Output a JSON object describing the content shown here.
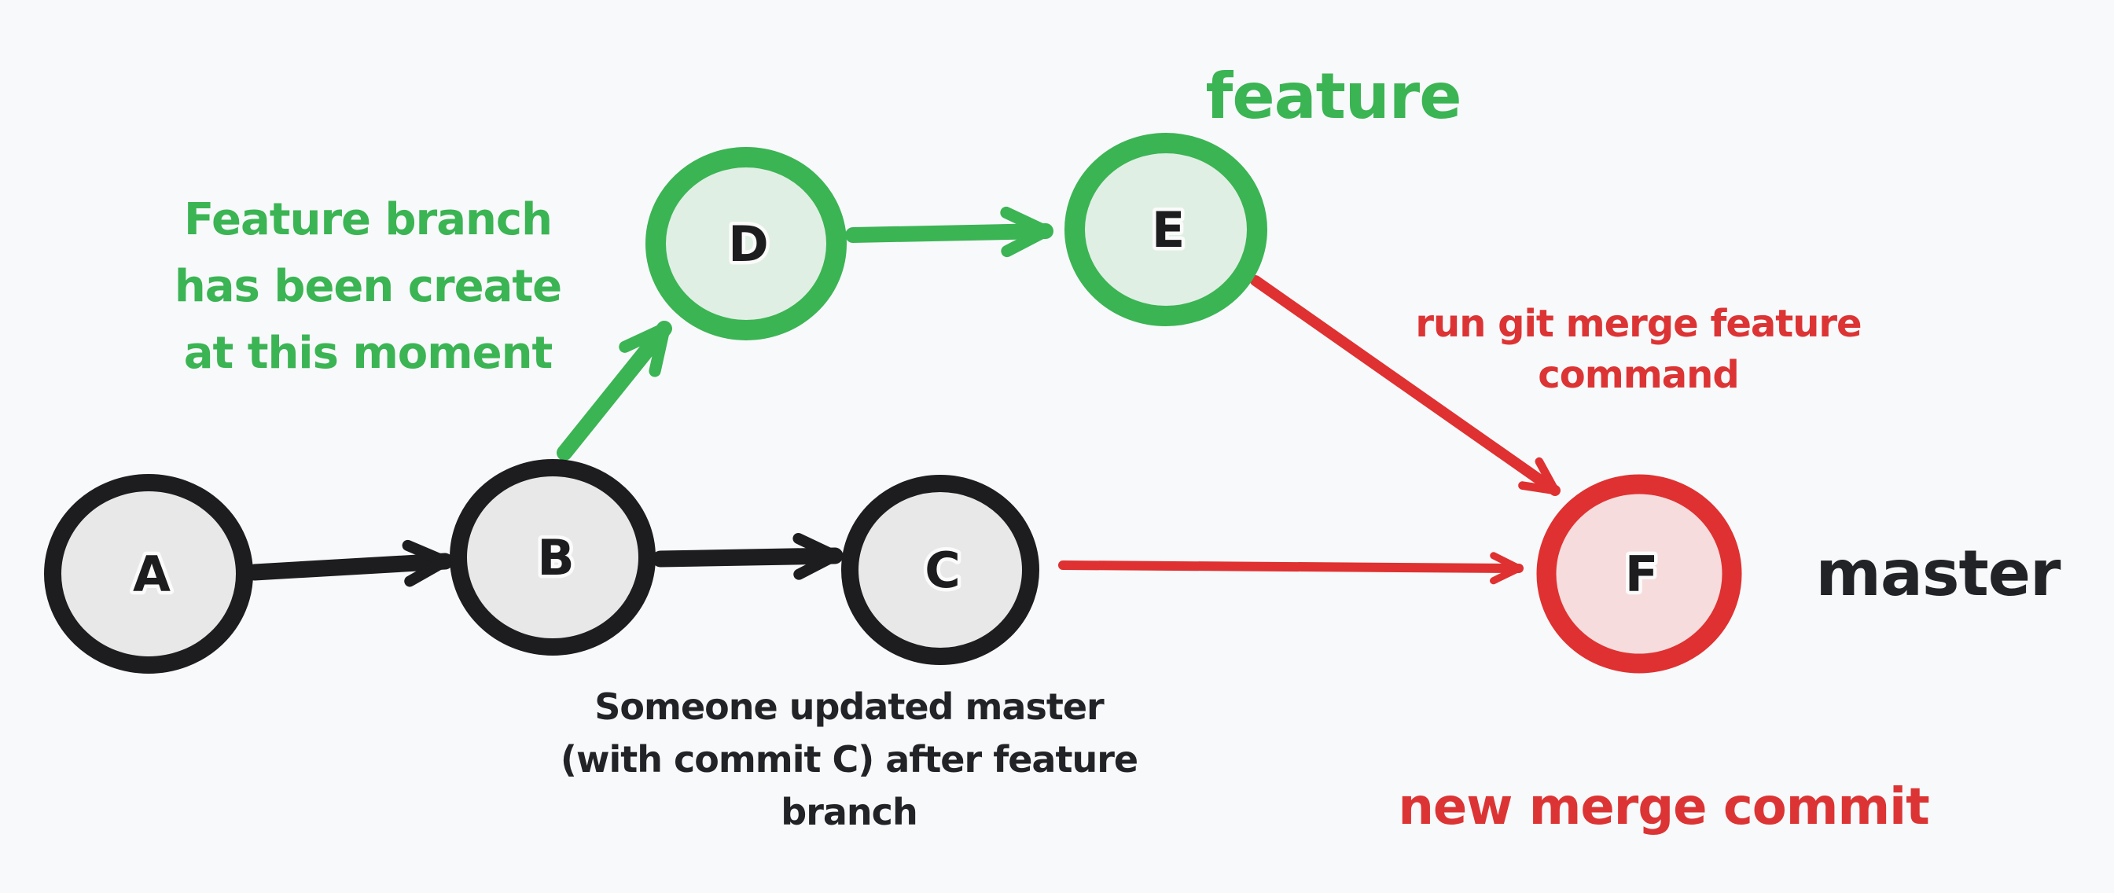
{
  "title": "git merge branch diagram",
  "canvas": {
    "background": "#f8f9fb"
  },
  "colors": {
    "black_stroke": "#1d1d1f",
    "gray_fill": "#e8e8e8",
    "green_stroke": "#3bb454",
    "green_fill": "#e0efe3",
    "red_stroke": "#df3131",
    "red_fill": "#f6dcdd",
    "text_black": "#222326",
    "text_green": "#3bb454",
    "text_red": "#dc3434"
  },
  "nodes": [
    {
      "id": "A",
      "label": "A",
      "branch": "master"
    },
    {
      "id": "B",
      "label": "B",
      "branch": "master"
    },
    {
      "id": "C",
      "label": "C",
      "branch": "master"
    },
    {
      "id": "D",
      "label": "D",
      "branch": "feature"
    },
    {
      "id": "E",
      "label": "E",
      "branch": "feature"
    },
    {
      "id": "F",
      "label": "F",
      "branch": "merge-commit"
    }
  ],
  "edges": [
    {
      "from": "A",
      "to": "B",
      "color": "black"
    },
    {
      "from": "B",
      "to": "C",
      "color": "black"
    },
    {
      "from": "B",
      "to": "D",
      "color": "green"
    },
    {
      "from": "D",
      "to": "E",
      "color": "green"
    },
    {
      "from": "E",
      "to": "F",
      "color": "red"
    },
    {
      "from": "C",
      "to": "F",
      "color": "red"
    }
  ],
  "labels": {
    "feature_branch": "feature",
    "master_branch": "master"
  },
  "annotations": {
    "feature_created": {
      "lines": [
        "Feature branch",
        "has been create",
        "at this moment"
      ]
    },
    "merge_command": {
      "lines": [
        "run git merge feature",
        "command"
      ]
    },
    "master_updated": {
      "lines": [
        "Someone updated master",
        "(with commit C) after feature",
        "branch"
      ]
    },
    "new_merge_commit": "new merge commit"
  }
}
